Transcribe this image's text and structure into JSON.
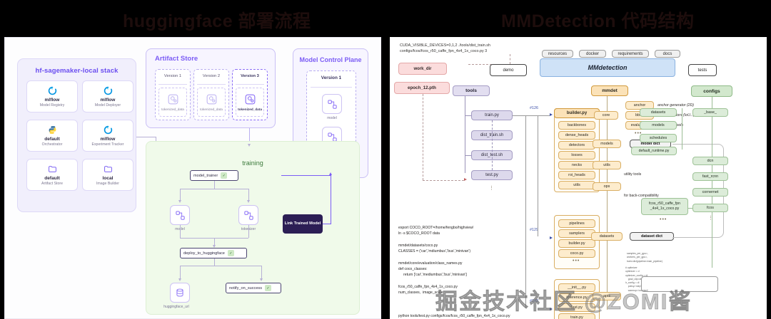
{
  "header": {
    "left_title": "huggingface 部署流程",
    "right_title": "MMDetection 代码结构"
  },
  "watermark": "掘金技术社区 @ZOMI酱",
  "left_panel": {
    "stack": {
      "title": "hf-sagemaker-local stack",
      "components": [
        {
          "name": "mlflow",
          "sub": "Model Registry",
          "icon": "mlflow-icon"
        },
        {
          "name": "mlflow",
          "sub": "Model Deployer",
          "icon": "mlflow-icon"
        },
        {
          "name": "default",
          "sub": "Orchestrator",
          "icon": "python-icon"
        },
        {
          "name": "mlflow",
          "sub": "Experiment Tracker",
          "icon": "mlflow-icon"
        },
        {
          "name": "default",
          "sub": "Artifact Store",
          "icon": "folder-icon"
        },
        {
          "name": "local",
          "sub": "Image Builder",
          "icon": "folder-icon"
        }
      ]
    },
    "artifact_store": {
      "title": "Artifact Store",
      "versions": [
        {
          "label": "Version 1",
          "artifact": "tokenized_data",
          "selected": false
        },
        {
          "label": "Version 2",
          "artifact": "tokenized_data",
          "selected": false
        },
        {
          "label": "Version 3",
          "artifact": "tokenized_data",
          "selected": true
        }
      ]
    },
    "model_control_plane": {
      "title": "Model Control Plane",
      "version_label": "Version 1",
      "artifacts": [
        "model",
        "tokenizer"
      ]
    },
    "training": {
      "title": "training",
      "steps": [
        {
          "label": "model_trainer",
          "status": "ok"
        },
        {
          "label": "deploy_to_huggingface",
          "status": "ok"
        },
        {
          "label": "notify_on_success",
          "status": "ok"
        }
      ],
      "artifacts": [
        "model",
        "tokenizer",
        "huggingface_url"
      ]
    },
    "link_trained_model": "Link Trained Model"
  },
  "right_panel": {
    "command": "CUDA_VISIBLE_DEVICES=0,1,2 ./tools/dist_train.sh\nconfigs/fcos/fcos_r50_caffe_fpn_4x4_1x_coco.py 3",
    "top_chips": [
      "resources",
      "docker",
      "requirements",
      "docs"
    ],
    "work_dir": "work_dir",
    "checkpoint": "epoch_12.pth",
    "demo": "demo",
    "project": "MMdetection",
    "tests": "tests",
    "tools": {
      "title": "tools",
      "items": [
        "train.py",
        "dist_train.sh",
        "dist_test.sh",
        "test.py"
      ]
    },
    "mmdet": {
      "title": "mmdet",
      "core": {
        "label": "core",
        "items": [
          {
            "name": "anchor",
            "note": "anchor generator (2D)"
          },
          {
            "name": "bbox",
            "note": "bbox operators (IoU...)"
          },
          {
            "name": "evaluation",
            "note": "evaluation tools"
          }
        ]
      },
      "models": {
        "label": "models",
        "dict": "model dict"
      },
      "utils": {
        "label": "utils",
        "note": "utility tools"
      },
      "ops": {
        "label": "ops",
        "note": "for back-compatibility"
      },
      "datasets": {
        "label": "datasets",
        "dict": "dataset dict"
      },
      "apis": {
        "label": "apis"
      }
    },
    "models_group": {
      "header": "builder.py",
      "items": [
        "backbones",
        "dense_heads",
        "detectors",
        "losses",
        "necks",
        "roi_heads",
        "utils"
      ]
    },
    "datasets_group": {
      "items": [
        "pipelines",
        "samplers",
        "builder.py",
        "coco.py"
      ]
    },
    "apis_group": {
      "items": [
        "__init__.py",
        "inference.py",
        "test.py",
        "train.py"
      ]
    },
    "configs": {
      "title": "configs",
      "base": {
        "label": "_base_",
        "items": [
          "datasets",
          "models",
          "schedules",
          "default_runtime.py"
        ]
      },
      "items": [
        "dcn",
        "fast_rcnn",
        "cornernet",
        "fcos"
      ],
      "leaf": "fcos_r50_caffe_fpn\n_4x4_1x_coco.py"
    },
    "refs": [
      "#126",
      "#129",
      "#143"
    ],
    "code_note": "export COCO_ROOT=/home/fengbo/highview/\nln -s $COCO_ROOT data\n\nmmdet/datasets/coco.py\nCLASSES = ('car','mdiumbus','bus','minivan')\n\nmmdet/core/evaluation/class_names.py\ndef coco_classes:\n     return ['car','mediumbus','bus','minivan']\n\nfcos_r50_caffe_fpn_4x4_1x_coco.py\nnum_classes,  image_scale",
    "bottom_cmd": "python tools/test.py configs/fcos/fcos_r50_caffe_fpn_4x4_1x_coco.py",
    "cfg_snippet": "samples_per_gpu=,\nworkers_per_gpu=,\ntrain=dict(pipeline=train_pipeline)"
  }
}
